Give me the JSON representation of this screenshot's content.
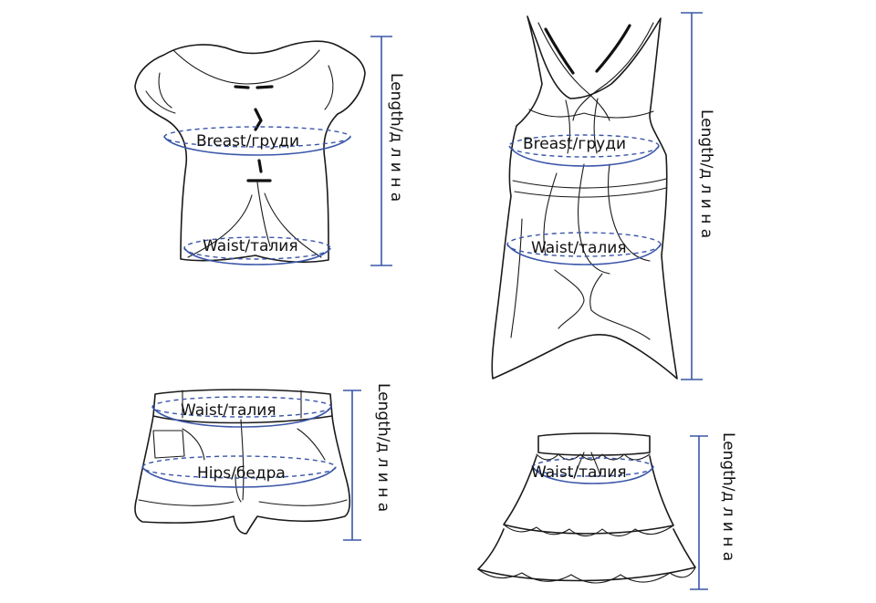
{
  "labels": {
    "breast": "Breast/груди",
    "waist": "Waist/талия",
    "hips": "Hips/бедра",
    "length": "Length/д л и н а"
  },
  "colors": {
    "measure_line": "#3a56a8",
    "sketch_line": "#1a1a1a"
  },
  "garments": [
    {
      "id": "short-top",
      "measurements": [
        "Breast/груди",
        "Waist/талия",
        "Length/д л и н а"
      ]
    },
    {
      "id": "halter-top",
      "measurements": [
        "Breast/груди",
        "Waist/талия",
        "Length/д л и н а"
      ]
    },
    {
      "id": "shorts",
      "measurements": [
        "Waist/талия",
        "Hips/бедра",
        "Length/д л и н а"
      ]
    },
    {
      "id": "skirt",
      "measurements": [
        "Waist/талия",
        "Length/д л и н а"
      ]
    }
  ]
}
